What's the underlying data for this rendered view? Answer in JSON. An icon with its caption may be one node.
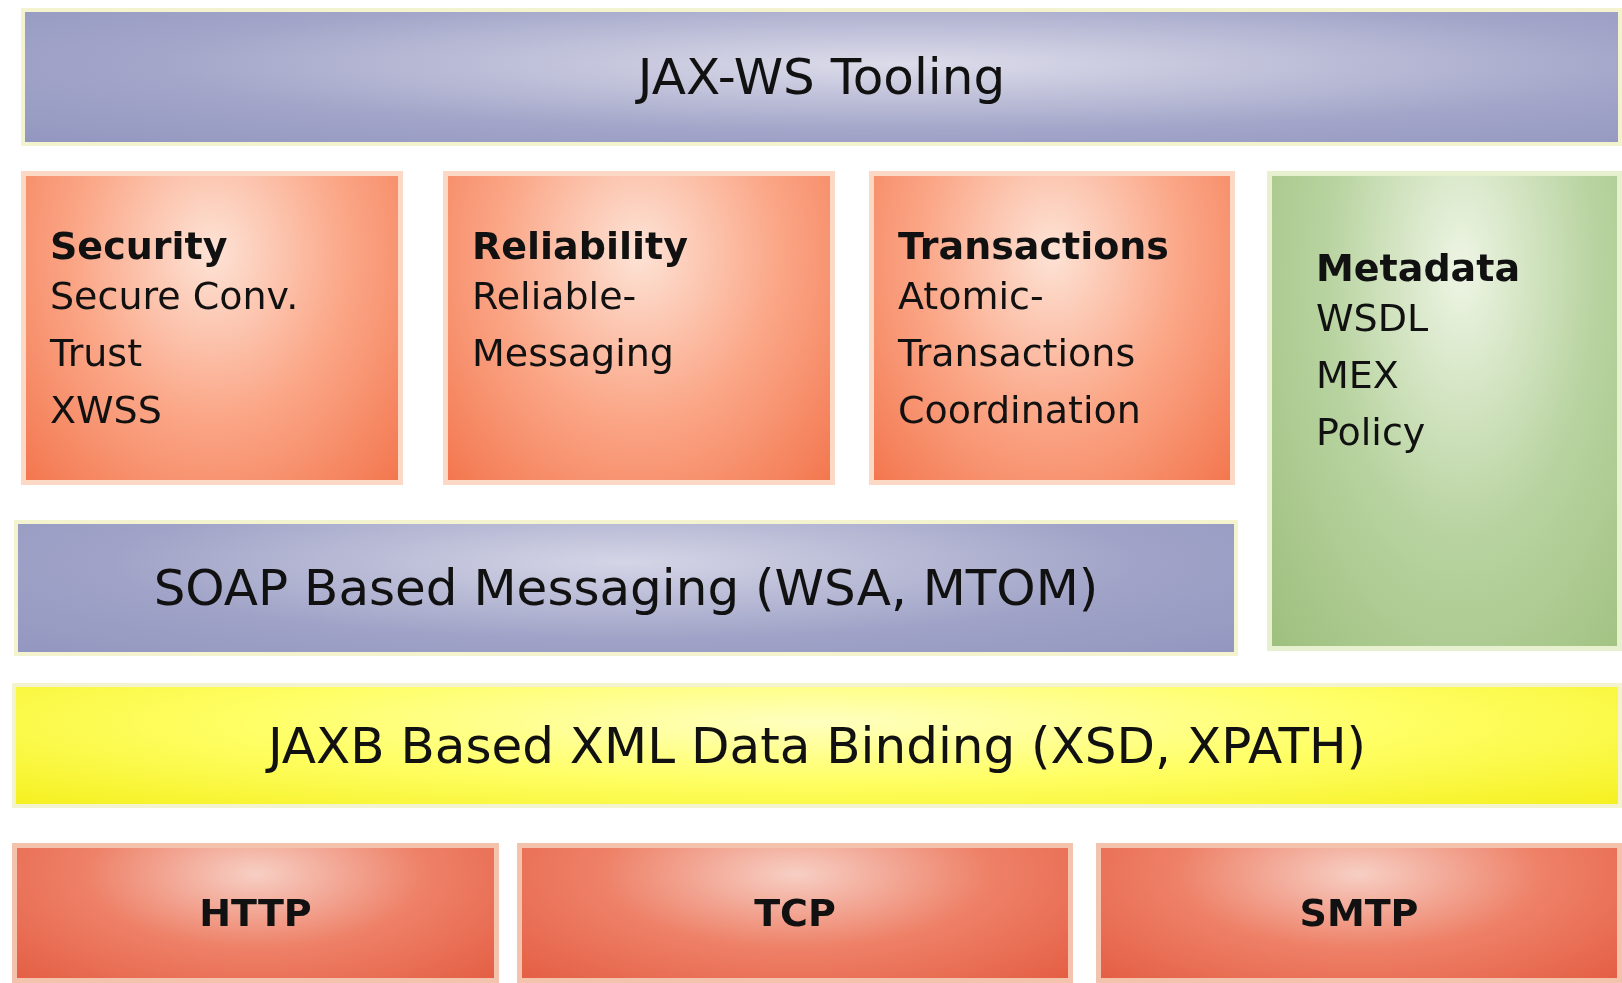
{
  "diagram": {
    "nodes": [
      {
        "text": [
          "JAX-WS Tooling"
        ]
      },
      {
        "text": [
          "Security",
          "Secure Conv.",
          "Trust",
          "XWSS"
        ]
      },
      {
        "text": [
          "Reliability",
          "Reliable- Messaging"
        ]
      },
      {
        "text": [
          "Transactions",
          "Atomic- Transactions",
          "Coordination"
        ]
      },
      {
        "text": [
          "Metadata",
          "WSDL",
          "MEX",
          "Policy"
        ]
      },
      {
        "text": [
          "SOAP Based Messaging (WSA, MTOM)"
        ]
      },
      {
        "text": [
          "JAXB Based XML Data Binding (XSD, XPATH)"
        ]
      },
      {
        "text": [
          "HTTP"
        ]
      },
      {
        "text": [
          "TCP"
        ]
      },
      {
        "text": [
          "SMTP"
        ]
      }
    ],
    "edges": []
  }
}
